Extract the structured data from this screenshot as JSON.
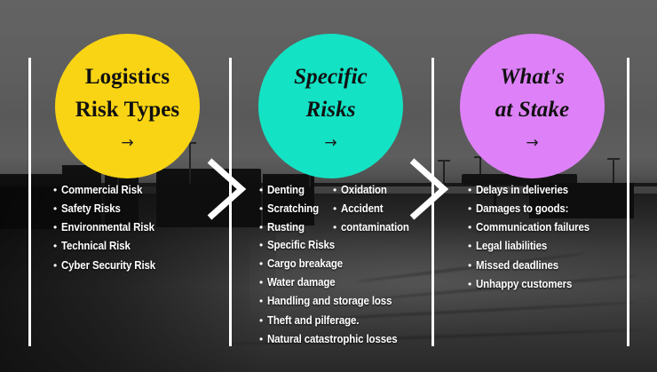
{
  "meta": {
    "title": "Logistics Risk Infographic",
    "background_description": "grayscale-photo-truck-depot"
  },
  "colors": {
    "stage1": "#F8D414",
    "stage2": "#14E2C4",
    "stage3": "#DE81F8",
    "rule": "#FFFFFF",
    "text_on_photo": "#FFFFFF",
    "text_on_bubble": "#111111"
  },
  "stages": [
    {
      "id": "logistics-risk-types",
      "title_lines": [
        "Logistics",
        "Risk Types"
      ],
      "italic": false,
      "arrow": "→",
      "color": "#F8D414"
    },
    {
      "id": "specific-risks",
      "title_lines": [
        "Specific",
        "Risks"
      ],
      "italic": true,
      "arrow": "→",
      "color": "#14E2C4"
    },
    {
      "id": "whats-at-stake",
      "title_lines": [
        "What's",
        "at Stake"
      ],
      "italic": true,
      "arrow": "→",
      "color": "#DE81F8"
    }
  ],
  "columns": {
    "column1": {
      "items": [
        "Commercial Risk",
        "Safety Risks",
        "Environmental Risk",
        "Technical Risk",
        "Cyber Security Risk"
      ]
    },
    "column2": {
      "sub_left": [
        "Denting",
        "Scratching",
        "Rusting"
      ],
      "sub_right": [
        "Oxidation",
        "Accident",
        "contamination"
      ],
      "items": [
        "Specific Risks",
        "Cargo breakage",
        "Water damage",
        "Handling and storage loss",
        "Theft and pilferage.",
        "Natural catastrophic losses"
      ]
    },
    "column3": {
      "items": [
        "Delays in deliveries",
        "Damages to goods:",
        "Communication failures",
        "Legal liabilities",
        "Missed deadlines",
        "Unhappy customers"
      ]
    }
  },
  "bullet_glyph": "•",
  "connectors": [
    {
      "id": "chevron-1",
      "glyph": "chevron-right"
    },
    {
      "id": "chevron-2",
      "glyph": "chevron-right"
    }
  ]
}
